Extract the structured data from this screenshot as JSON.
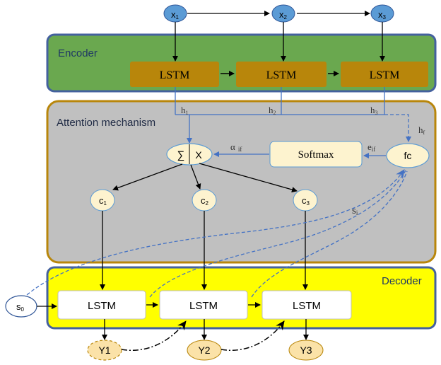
{
  "encoder": {
    "title": "Encoder",
    "inputs": [
      {
        "base": "x",
        "sub": "1"
      },
      {
        "base": "x",
        "sub": "2"
      },
      {
        "base": "x",
        "sub": "3"
      }
    ],
    "lstm_labels": [
      "LSTM",
      "LSTM",
      "LSTM"
    ]
  },
  "attention": {
    "title": "Attention mechanism",
    "hidden_labels": [
      {
        "base": "h",
        "sub": "1"
      },
      {
        "base": "h",
        "sub": "2"
      },
      {
        "base": "h",
        "sub": "3"
      },
      {
        "base": "h",
        "sub": "f"
      }
    ],
    "sum_symbol": "∑",
    "mult_symbol": "X",
    "alpha_label": {
      "base": "α",
      "sub": "if"
    },
    "softmax_label": "Softmax",
    "e_label": {
      "base": "e",
      "sub": "if"
    },
    "fc_label": "fc",
    "s_label": {
      "base": "s",
      "sub": "i"
    },
    "contexts": [
      {
        "base": "c",
        "sub": "1"
      },
      {
        "base": "c",
        "sub": "2"
      },
      {
        "base": "c",
        "sub": "3"
      }
    ]
  },
  "decoder": {
    "title": "Decoder",
    "initial_state": {
      "base": "s",
      "sub": "0"
    },
    "lstm_labels": [
      "LSTM",
      "LSTM",
      "LSTM"
    ],
    "outputs": [
      "Y1",
      "Y2",
      "Y3"
    ]
  },
  "colors": {
    "encoder_fill": "#6aa84f",
    "encoder_border": "#44619e",
    "encoder_lstm": "#b8860b",
    "attention_fill": "#c0c0c0",
    "attention_border": "#b8860b",
    "decoder_fill": "#ffff00",
    "decoder_border": "#44619e",
    "node_blue": "#5b9bd5",
    "node_cream": "#fdf3cf",
    "output_fill": "#fbe2a8",
    "arrow_blue": "#4472c4"
  }
}
